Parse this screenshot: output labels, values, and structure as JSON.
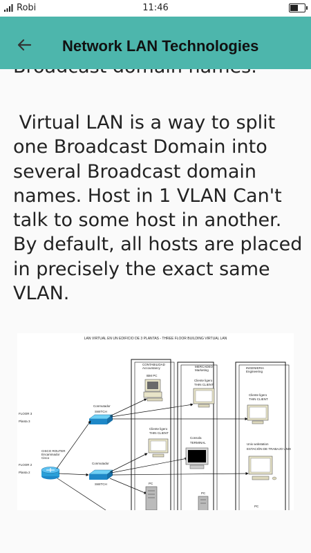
{
  "status_bar": {
    "carrier": "Robi",
    "time": "11:46"
  },
  "app_bar": {
    "title": "Network LAN Technologies"
  },
  "content": {
    "cut_text": "Broadcast domain names.",
    "paragraph": " Virtual LAN is a way to split one Broadcast Domain into several Broadcast domain names. Host in 1 VLAN Can't talk to some host in another. By default, all hosts are placed in precisely the exact same VLAN."
  },
  "diagram": {
    "title": "LAN VIRTUAL EN UN EDIFICIO DE 3 PLANTAS - THREE FLOOR BUILDING VIRTUAL LAN",
    "floor3": "FLOOR 3",
    "planta3": "Planta 3",
    "floor2": "FLOOR 2",
    "planta2": "Planta 2",
    "router_l1": "CISCO ROUTER",
    "router_l2": "Encaminador",
    "router_l3": "Cisco",
    "sw1_l1": "Conmutador",
    "sw1_l2": "SWITCH",
    "sw2_l1": "Conmutador",
    "sw2_l2": "SWITCH",
    "g1_l1": "CONTABILIDAD",
    "g1_l2": "Accountancy",
    "g2_l1": "MERCADEO",
    "g2_l2": "Marketing",
    "g3_l1": "INGENIERIA",
    "g3_l2": "Engineering",
    "ibm_pc": "IBM PC",
    "tc_es_1": "Cliente ligero",
    "tc_en_1": "THIN CLIENT",
    "tc_es_2": "Cliente ligero",
    "tc_en_2": "THIN CLIENT",
    "tc_es_3": "Cliente ligero",
    "tc_en_3": "THIN CLIENT",
    "consola": "Consola",
    "terminal": "TERMINAL",
    "unix_l1": "Unix wokstation",
    "unix_l2": "ESTACIÓN DE TRABAJO UNIX",
    "pc1": "PC",
    "pc2": "PC",
    "pc3": "PC"
  },
  "colors": {
    "app_bar": "#4db6ac",
    "background": "#fafafa"
  },
  "icons": {
    "back": "arrow-left-icon",
    "signal": "signal-icon",
    "battery": "battery-icon"
  },
  "battery_level": 0.6
}
